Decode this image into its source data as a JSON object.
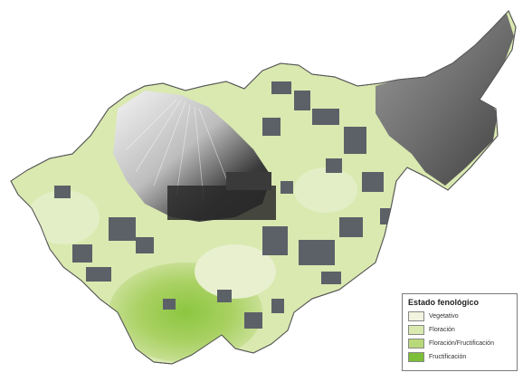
{
  "legend": {
    "title": "Estado fenológico",
    "items": [
      {
        "label": "Vegetativo",
        "color": "#f1f3df"
      },
      {
        "label": "Floración",
        "color": "#d9e9b0"
      },
      {
        "label": "Floración/Fructificación",
        "color": "#b8d97a"
      },
      {
        "label": "Fructificación",
        "color": "#7cbf38"
      }
    ]
  },
  "map": {
    "region_colors": {
      "vegetativo": "#f1f3df",
      "floracion": "#d9e9b0",
      "floracion_fructificacion": "#b8d97a",
      "fructificacion": "#7cbf38",
      "no_data_gray": "#5c6168",
      "relief_light": "#e6e6e6",
      "relief_dark": "#2a2a2a"
    }
  }
}
